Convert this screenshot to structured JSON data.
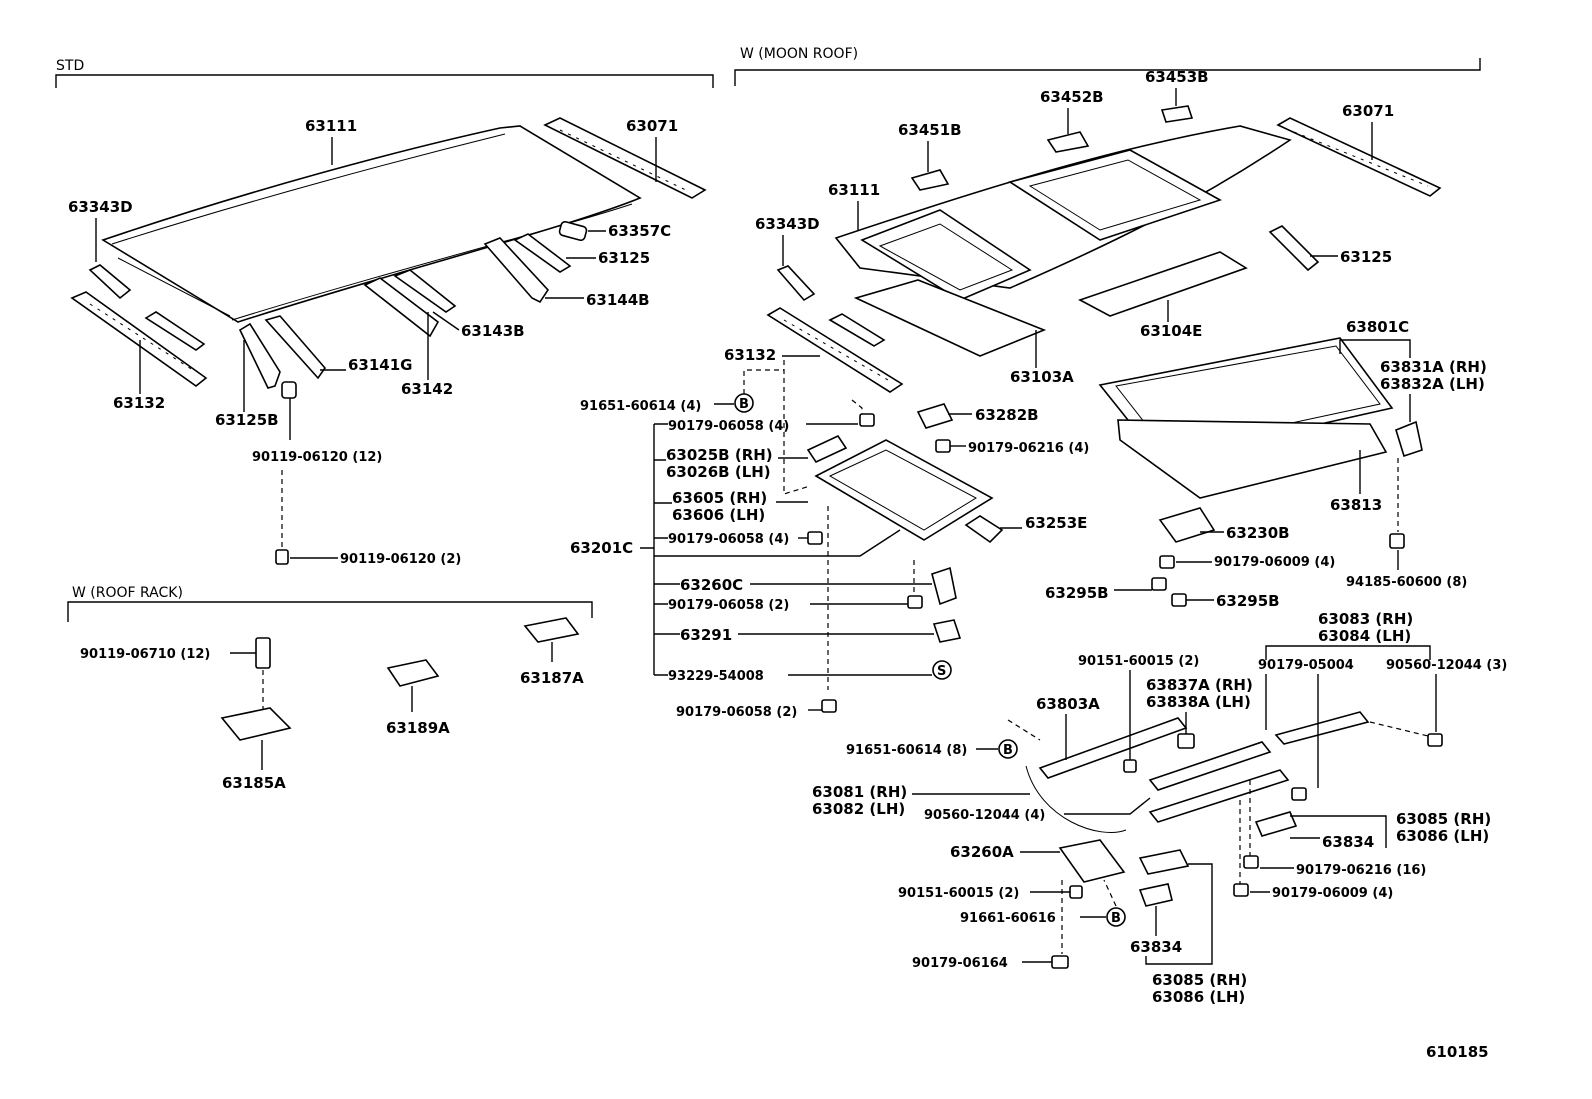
{
  "sections": {
    "std": "STD",
    "moon_roof": "W (MOON ROOF)",
    "roof_rack": "W (ROOF RACK)"
  },
  "markers": {
    "b": "B",
    "s": "S"
  },
  "std": {
    "p63111": "63111",
    "p63071": "63071",
    "p63343d": "63343D",
    "p63357c": "63357C",
    "p63125": "63125",
    "p63144b": "63144B",
    "p63143b": "63143B",
    "p63141g": "63141G",
    "p63142": "63142",
    "p63132": "63132",
    "p63125b": "63125B",
    "p90119_06120_12": "90119-06120 (12)",
    "p90119_06120_2": "90119-06120 (2)"
  },
  "roof_rack": {
    "p90119_06710": "90119-06710 (12)",
    "p63187a": "63187A",
    "p63189a": "63189A",
    "p63185a": "63185A"
  },
  "moon": {
    "p63453b": "63453B",
    "p63452b": "63452B",
    "p63451b": "63451B",
    "p63071": "63071",
    "p63111": "63111",
    "p63343d": "63343D",
    "p63125": "63125",
    "p63104e": "63104E",
    "p63103a": "63103A",
    "p63801c": "63801C",
    "p63831a": "63831A (RH)",
    "p63832a": "63832A (LH)",
    "p63132": "63132",
    "p91651_60614_4": "91651-60614 (4)",
    "p63282b": "63282B",
    "p90179_06058_4a": "90179-06058 (4)",
    "p90179_06216_4": "90179-06216 (4)",
    "p63025b": "63025B (RH)",
    "p63026b": "63026B (LH)",
    "p63605": "63605 (RH)",
    "p63606": "63606 (LH)",
    "p63253e": "63253E",
    "p63813": "63813",
    "p63230b": "63230B",
    "p90179_06058_4b": "90179-06058 (4)",
    "p63201c": "63201C",
    "p90179_06009_4a": "90179-06009 (4)",
    "p94185_60600": "94185-60600 (8)",
    "p63260c": "63260C",
    "p63295b_a": "63295B",
    "p63295b_b": "63295B",
    "p90179_06058_2a": "90179-06058 (2)",
    "p63083": "63083 (RH)",
    "p63084": "63084 (LH)",
    "p63291": "63291",
    "p90151_60015_2a": "90151-60015 (2)",
    "p90179_05004": "90179-05004",
    "p90560_12044_3": "90560-12044 (3)",
    "p93229_54008": "93229-54008",
    "p63837a": "63837A (RH)",
    "p63838a": "63838A (LH)",
    "p63803a": "63803A",
    "p90179_06058_2b": "90179-06058 (2)",
    "p91651_60614_8": "91651-60614 (8)",
    "p63081": "63081 (RH)",
    "p63082": "63082 (LH)",
    "p90560_12044_4": "90560-12044 (4)",
    "p63085a": "63085 (RH)",
    "p63086a": "63086 (LH)",
    "p63834a": "63834",
    "p63260a": "63260A",
    "p90179_06216_16": "90179-06216 (16)",
    "p90151_60015_2b": "90151-60015 (2)",
    "p90179_06009_4b": "90179-06009 (4)",
    "p91661_60616": "91661-60616",
    "p63834b": "63834",
    "p90179_06164": "90179-06164",
    "p63085b": "63085 (RH)",
    "p63086b": "63086 (LH)"
  },
  "footer": {
    "code": "610185"
  }
}
